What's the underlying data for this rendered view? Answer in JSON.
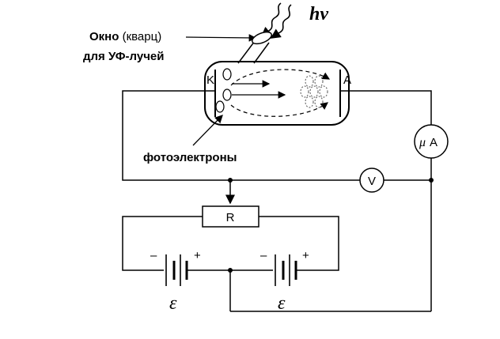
{
  "window_label": {
    "line1_bold": "Окно",
    "line1_rest": " (кварц)",
    "line2": "для УФ-лучей"
  },
  "photon_label": "hv",
  "cathode_label": "K",
  "anode_label": "A",
  "photoelectrons_label": "фотоэлектроны",
  "microammeter": {
    "prefix": "μ",
    "unit": "A"
  },
  "voltmeter_label": "V",
  "resistor_label": "R",
  "battery_left": {
    "minus": "–",
    "plus": "+",
    "emf": "ε"
  },
  "battery_right": {
    "minus": "–",
    "plus": "+",
    "emf": "ε"
  }
}
